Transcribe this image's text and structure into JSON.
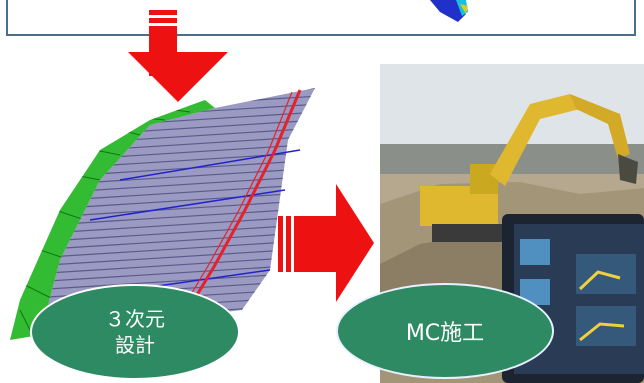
{
  "labels": {
    "design_3d": "３次元\n設計",
    "mc_construction": "MC施工"
  },
  "colors": {
    "label_fill": "#2e8a62",
    "arrow_red": "#ee1111",
    "frame_border": "#4a6f8a",
    "model_mesh": "#7b7ba8",
    "model_slope": "#22aa22",
    "model_centerline": "#e8202a"
  },
  "icons": {
    "down_arrow": "red-down-arrow",
    "right_arrow": "red-right-arrow"
  }
}
